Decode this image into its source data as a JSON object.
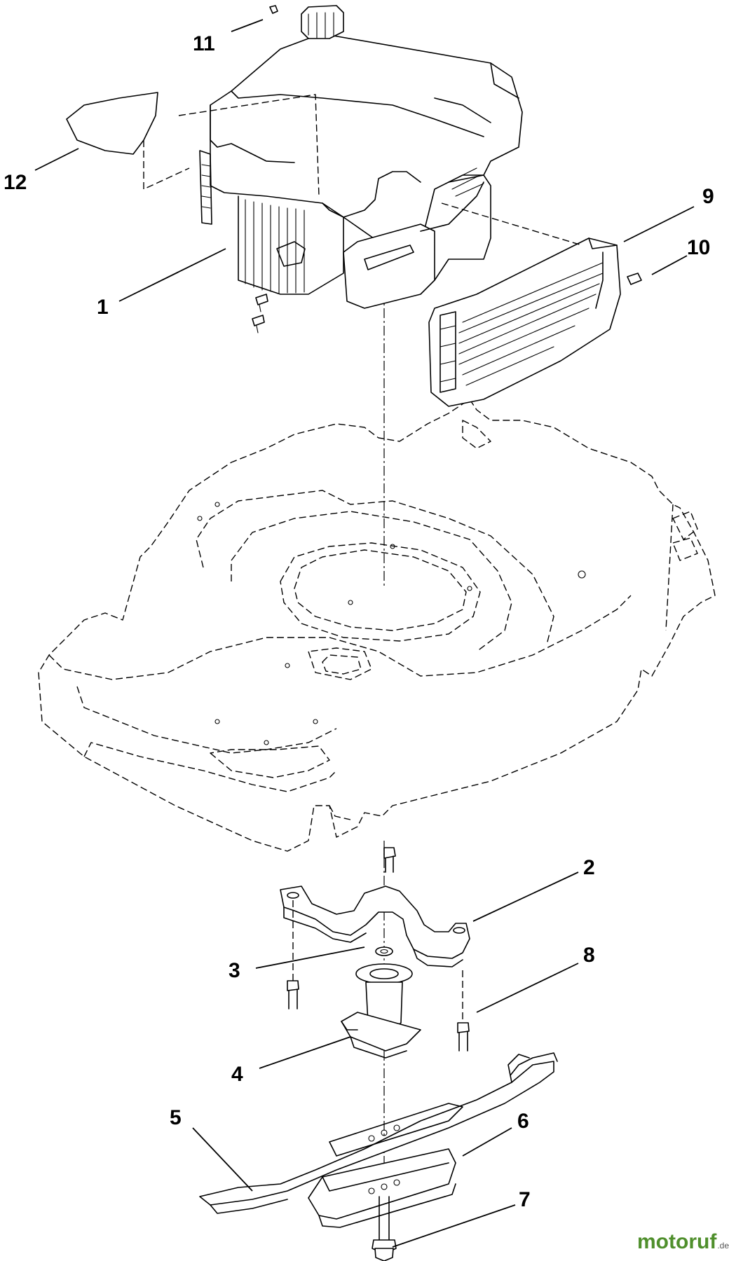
{
  "callouts": [
    {
      "id": "1",
      "label": "1"
    },
    {
      "id": "2",
      "label": "2"
    },
    {
      "id": "3",
      "label": "3"
    },
    {
      "id": "4",
      "label": "4"
    },
    {
      "id": "5",
      "label": "5"
    },
    {
      "id": "6",
      "label": "6"
    },
    {
      "id": "7",
      "label": "7"
    },
    {
      "id": "8",
      "label": "8"
    },
    {
      "id": "9",
      "label": "9"
    },
    {
      "id": "10",
      "label": "10"
    },
    {
      "id": "11",
      "label": "11"
    },
    {
      "id": "12",
      "label": "12"
    }
  ],
  "watermark": {
    "brand": "motoruf",
    "suffix": ".de"
  },
  "colors": {
    "line": "#000000",
    "background": "#ffffff",
    "watermark": "#4f8f2c"
  }
}
